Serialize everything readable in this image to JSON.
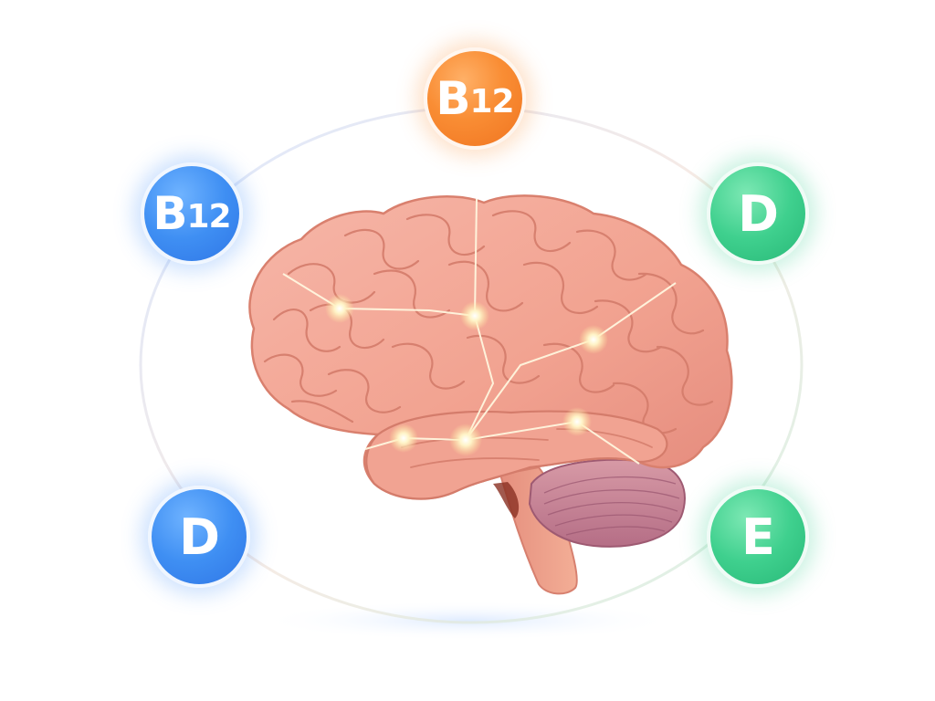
{
  "badges": [
    {
      "id": "top",
      "main": "B",
      "sub": "12",
      "color": "#f98d34"
    },
    {
      "id": "left-top",
      "main": "B",
      "sub": "12",
      "color": "#3f8ff3"
    },
    {
      "id": "right-top",
      "main": "D",
      "sub": "",
      "color": "#3fd08e"
    },
    {
      "id": "left-bottom",
      "main": "D",
      "sub": "",
      "color": "#3f8ff3"
    },
    {
      "id": "right-bottom",
      "main": "E",
      "sub": "",
      "color": "#3fd08e"
    }
  ],
  "icons": [
    "brain-illustration"
  ]
}
